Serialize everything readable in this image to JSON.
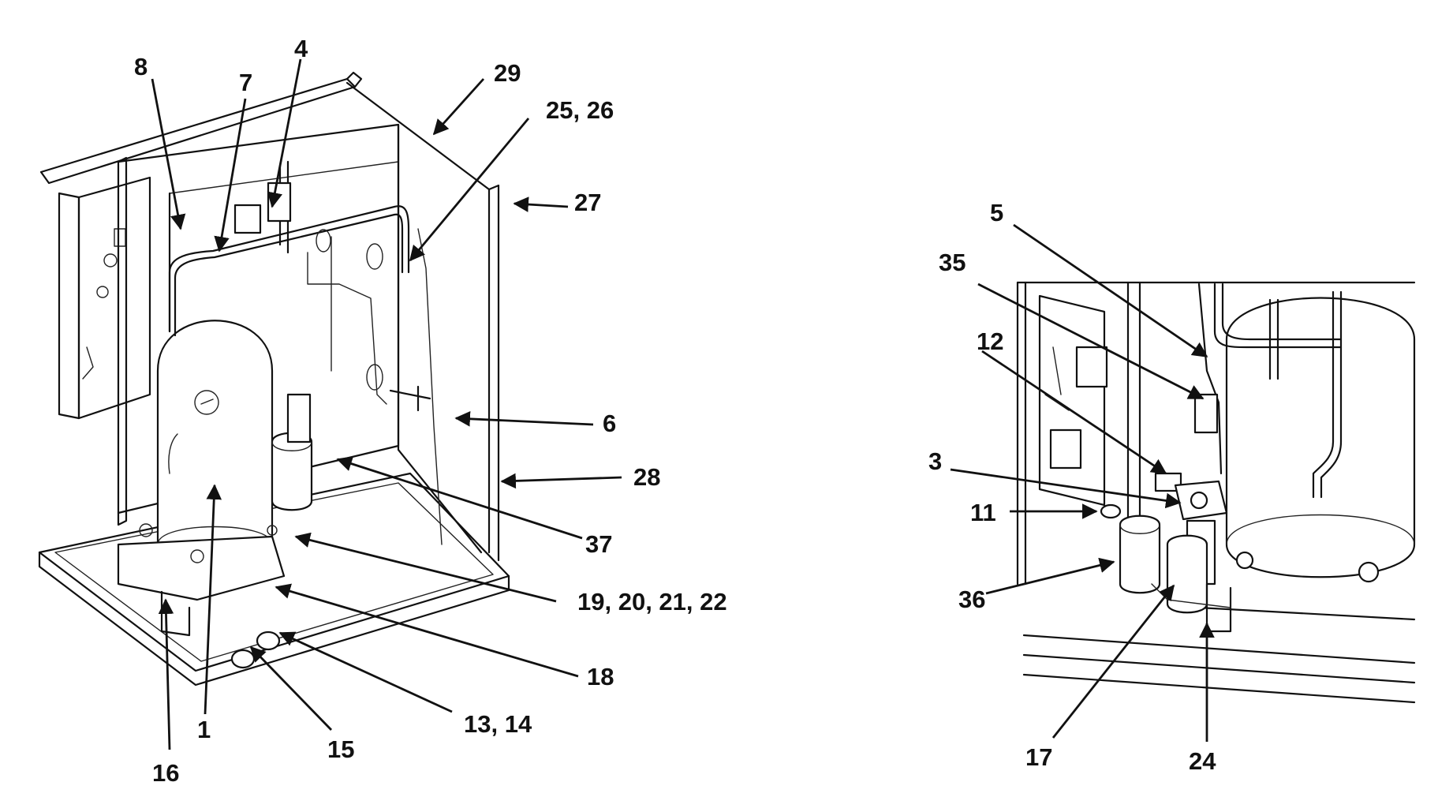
{
  "figure": {
    "left_view": {
      "callouts": [
        {
          "id": "c8",
          "label": "8"
        },
        {
          "id": "c7",
          "label": "7"
        },
        {
          "id": "c4",
          "label": "4"
        },
        {
          "id": "c29",
          "label": "29"
        },
        {
          "id": "c25",
          "label": "25, 26"
        },
        {
          "id": "c27",
          "label": "27"
        },
        {
          "id": "c6",
          "label": "6"
        },
        {
          "id": "c28",
          "label": "28"
        },
        {
          "id": "c37",
          "label": "37"
        },
        {
          "id": "c19",
          "label": "19, 20, 21, 22"
        },
        {
          "id": "c18",
          "label": "18"
        },
        {
          "id": "c13",
          "label": "13, 14"
        },
        {
          "id": "c15",
          "label": "15"
        },
        {
          "id": "c1",
          "label": "1"
        },
        {
          "id": "c16",
          "label": "16"
        }
      ]
    },
    "right_view": {
      "callouts": [
        {
          "id": "c5",
          "label": "5"
        },
        {
          "id": "c35",
          "label": "35"
        },
        {
          "id": "c12",
          "label": "12"
        },
        {
          "id": "c3",
          "label": "3"
        },
        {
          "id": "c11",
          "label": "11"
        },
        {
          "id": "c36",
          "label": "36"
        },
        {
          "id": "c17",
          "label": "17"
        },
        {
          "id": "c24",
          "label": "24"
        }
      ]
    },
    "colors": {
      "line": "#111111",
      "background": "#ffffff"
    }
  }
}
